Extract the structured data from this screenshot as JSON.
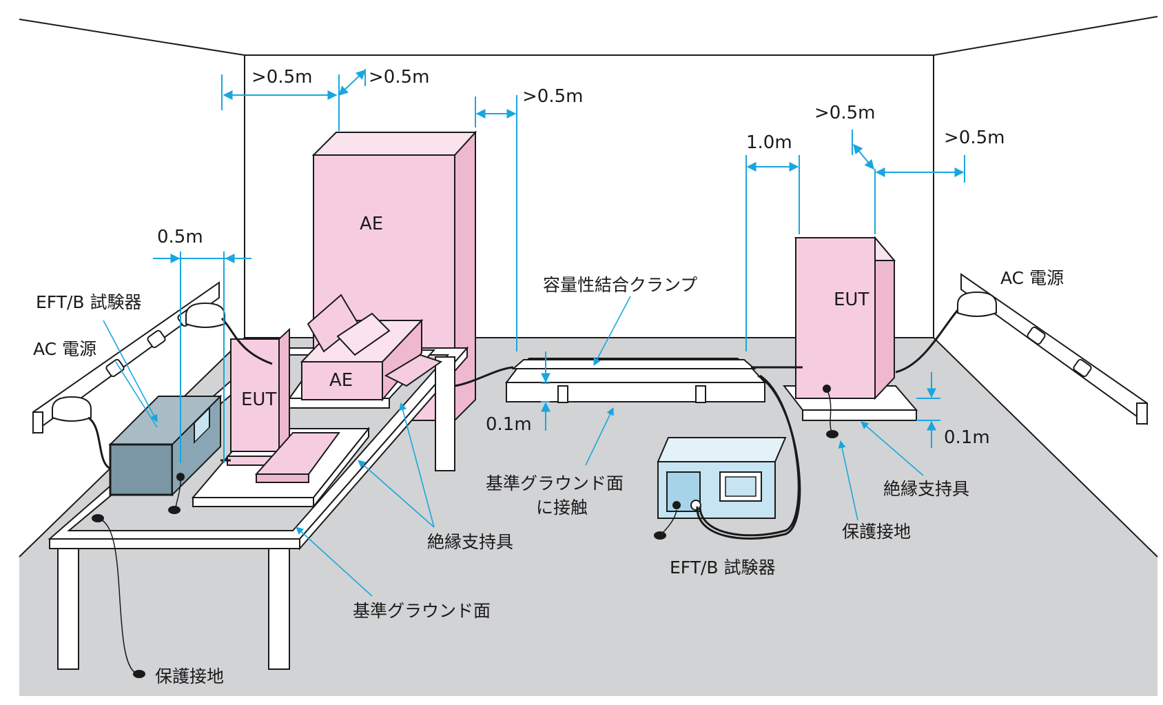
{
  "labels": {
    "ae_tall": "AE",
    "ae_printer": "AE",
    "eut_monitor": "EUT",
    "eut_floor": "EUT",
    "dim_ae_left": ">0.5m",
    "dim_ae_diag": ">0.5m",
    "dim_ae_right": ">0.5m",
    "dim_eft_eut": "0.5m",
    "dim_clamp_eut": "1.0m",
    "dim_eut_diag": ">0.5m",
    "dim_eut_wall": ">0.5m",
    "dim_clamp_height": "0.1m",
    "dim_eut_height": "0.1m",
    "eft_tester_left": "EFT/B 試験器",
    "eft_tester_center": "EFT/B 試験器",
    "ac_power_left": "AC 電源",
    "ac_power_right": "AC 電源",
    "coupling_clamp": "容量性結合クランプ",
    "ground_contact_line1": "基準グラウンド面",
    "ground_contact_line2": "に接触",
    "insulating_support_center": "絶縁支持具",
    "insulating_support_right": "絶縁支持具",
    "reference_ground_plane": "基準グラウンド面",
    "protective_earth_left": "保護接地",
    "protective_earth_right": "保護接地"
  },
  "colors": {
    "equipment_pink": "#f6cde0",
    "tester_left_blue": "#7b97a6",
    "tester_right_blue": "#c6e4f2",
    "dimension_line": "#19a6df",
    "floor_gray": "#d2d3d5"
  }
}
